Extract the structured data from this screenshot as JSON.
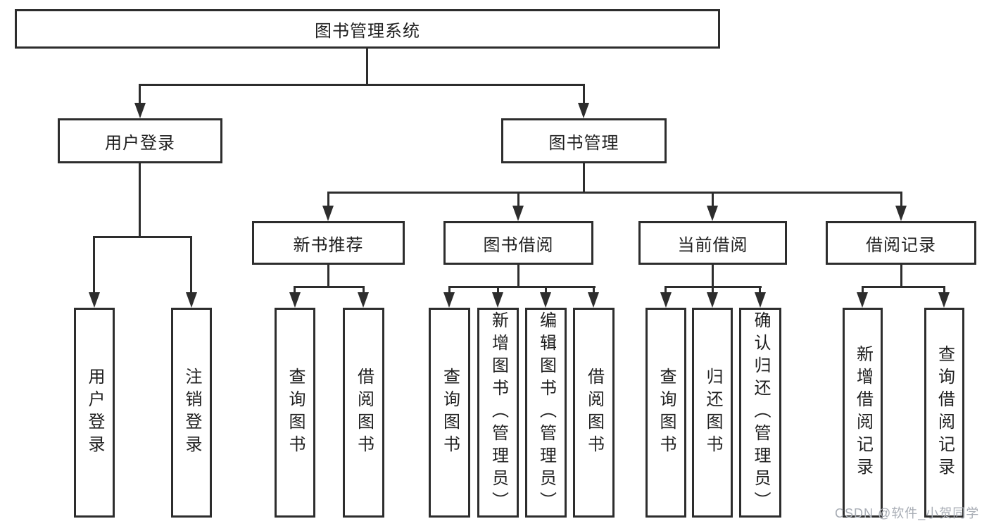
{
  "tree": {
    "label": "图书管理系统",
    "children": [
      {
        "label": "用户登录",
        "children": [
          {
            "label": "用户登录"
          },
          {
            "label": "注销登录"
          }
        ]
      },
      {
        "label": "图书管理",
        "children": [
          {
            "label": "新书推荐",
            "children": [
              {
                "label": "查询图书"
              },
              {
                "label": "借阅图书"
              }
            ]
          },
          {
            "label": "图书借阅",
            "children": [
              {
                "label": "查询图书"
              },
              {
                "label": "新增图书（管理员）"
              },
              {
                "label": "编辑图书（管理员）"
              },
              {
                "label": "借阅图书"
              }
            ]
          },
          {
            "label": "当前借阅",
            "children": [
              {
                "label": "查询图书"
              },
              {
                "label": "归还图书"
              },
              {
                "label": "确认归还（管理员）"
              }
            ]
          },
          {
            "label": "借阅记录",
            "children": [
              {
                "label": "新增借阅记录"
              },
              {
                "label": "查询借阅记录"
              }
            ]
          }
        ]
      }
    ]
  },
  "watermark": {
    "text": "CSDN @软件_小贺同学"
  },
  "colors": {
    "line": "#2d2d2d",
    "text": "#1f1f1f",
    "watermark": "#a8adb5",
    "background": "#ffffff"
  }
}
